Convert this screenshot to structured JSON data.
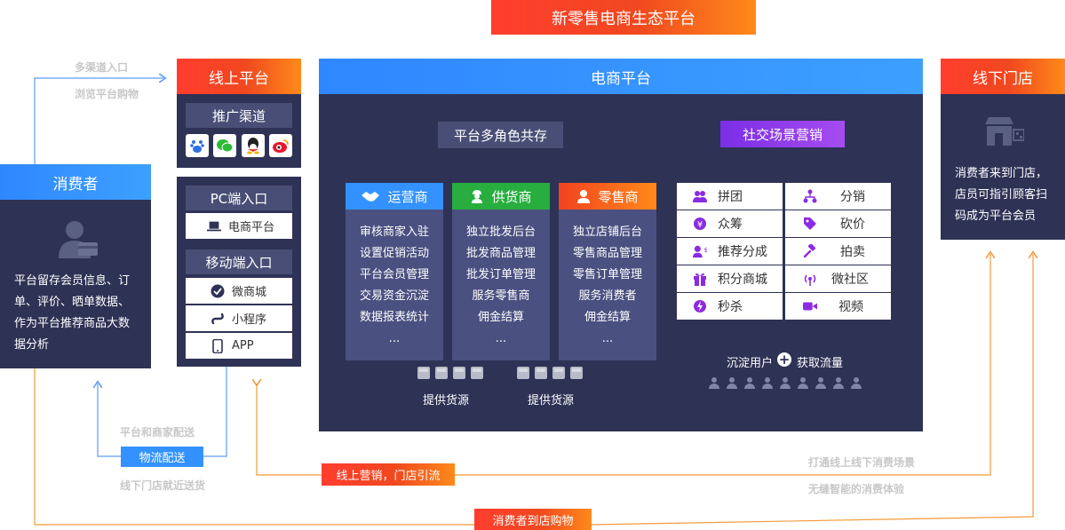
{
  "title": "新零售电商生态平台",
  "consumer": {
    "header": "消费者",
    "description": "平台留存会员信息、订单、评价、晒单数据、作为平台推荐商品大数据分析"
  },
  "multichannel": [
    "多渠道入口",
    "浏览平台购物"
  ],
  "online_platform": {
    "header": "线上平台",
    "promo_label": "推广渠道",
    "promo_icons": [
      "baidu-icon",
      "wechat-icon",
      "qq-icon",
      "weibo-icon"
    ],
    "pc_label": "PC端入口",
    "pc_item": "电商平台",
    "mobile_label": "移动端入口",
    "mobile_items": [
      "微商城",
      "小程序",
      "APP"
    ]
  },
  "ecommerce": {
    "header": "电商平台",
    "roles_label": "平台多角色共存",
    "operator": {
      "title": "运营商",
      "items": [
        "审核商家入驻",
        "设置促销活动",
        "平台会员管理",
        "交易资金沉淀",
        "数据报表统计",
        "..."
      ]
    },
    "supplier": {
      "title": "供货商",
      "items": [
        "独立批发后台",
        "批发商品管理",
        "批发订单管理",
        "服务零售商",
        "佣金结算",
        "..."
      ]
    },
    "retailer": {
      "title": "零售商",
      "items": [
        "独立店铺后台",
        "零售商品管理",
        "零售订单管理",
        "服务消费者",
        "佣金结算",
        "..."
      ]
    },
    "supply_labels": [
      "提供货源",
      "提供货源"
    ],
    "social_label": "社交场景营销",
    "social_left": [
      "拼团",
      "众筹",
      "推荐分成",
      "积分商城",
      "秒杀"
    ],
    "social_right": [
      "分销",
      "砍价",
      "拍卖",
      "微社区",
      "视频"
    ],
    "traffic_left": "沉淀用户",
    "traffic_right": "获取流量"
  },
  "offline_store": {
    "header": "线下门店",
    "description": "消费者来到门店，店员可指引顾客扫码成为平台会员"
  },
  "logistics": {
    "top": "平台和商家配送",
    "badge": "物流配送",
    "bottom": "线下门店就近送货"
  },
  "online_marketing": "线上营销，门店引流",
  "online_offline": [
    "打通线上线下消费场景",
    "无缝智能的消费体验"
  ],
  "store_visit": "消费者到店购物",
  "colors": {
    "red": "#f0481f",
    "orange": "#ff8a1a",
    "blue": "#3392ff",
    "navy": "#2e3255",
    "purple": "#8a2be2"
  }
}
